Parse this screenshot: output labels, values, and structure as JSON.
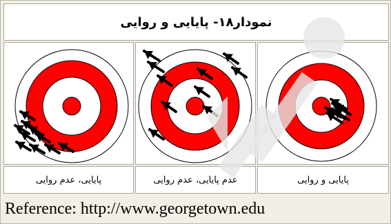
{
  "figure": {
    "title": "نمودار۱۸- پایایی و روایی",
    "panels": [
      {
        "caption": "پایایی، عدم روایی"
      },
      {
        "caption": "عدم پایایی، عدم روایی"
      },
      {
        "caption": "پایایی و روایی"
      }
    ],
    "reference": "Reference: http://www.georgetown.edu"
  },
  "colors": {
    "ring_red": "#ff0000",
    "ring_white": "#ffffff",
    "ring_outline": "#000000",
    "arrow": "#000000",
    "frame_bg": "#f2efe6",
    "watermark": "#e6e6e6"
  },
  "icons": [
    "target-icon",
    "arrow-icon"
  ]
}
